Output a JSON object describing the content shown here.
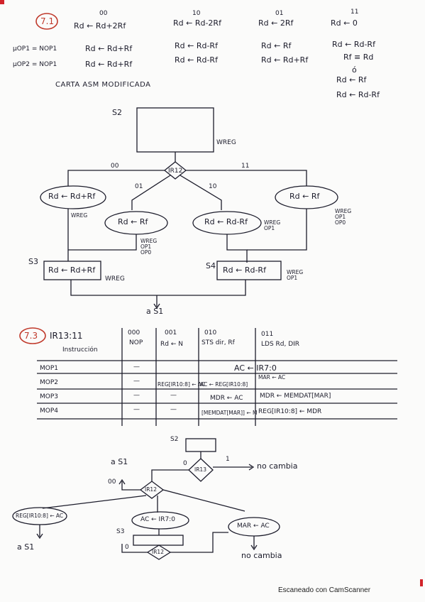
{
  "section71": {
    "number": "7.1",
    "header_ops": [
      "Rd ← Rd+2Rf",
      "Rd ← Rd-2Rf",
      "Rd ← 2Rf",
      "Rd ← 0"
    ],
    "header_codes": [
      "00",
      "10",
      "01",
      "11"
    ],
    "rows": [
      {
        "label": "µOP1 = NOP1",
        "cells": [
          "Rd ← Rd+Rf",
          "Rd ← Rd-Rf",
          "Rd ← Rf",
          "Rd ← Rd-Rf"
        ]
      },
      {
        "label": "µOP2 = NOP1",
        "cells": [
          "Rd ← Rd+Rf",
          "Rd ← Rd-Rf",
          "Rd ← Rd+Rf",
          "Rf ≡ Rd"
        ]
      }
    ],
    "extra": [
      "ó",
      "Rd ← Rf",
      "Rd ← Rd-Rf"
    ],
    "chart_title": "CARTA ASM MODIFICADA",
    "s2": "S2",
    "wreg": "WREG",
    "decision": "IR12",
    "branches": [
      "00",
      "01",
      "10",
      "11"
    ],
    "ovals": [
      "Rd ← Rd+Rf",
      "Rd ← Rf",
      "Rd ← Rd-Rf",
      "Rd ← Rf"
    ],
    "oval_notes": [
      "WREG",
      "WREG\nOP1\nOP0",
      "WREG\nOP1",
      "WREG\nOP1\nOP0"
    ],
    "s3": "S3",
    "s3_box": "Rd ← Rd+Rf",
    "s3_note": "WREG",
    "s4": "S4",
    "s4_box": "Rd ← Rd-Rf",
    "s4_note": "WREG\nOP1",
    "exit": "a S1"
  },
  "section73": {
    "number": "7.3",
    "head_label": "IR13:11",
    "head_sub": "Instrucción",
    "columns": [
      {
        "code": "000",
        "name": "NOP"
      },
      {
        "code": "001",
        "name": "Rd ← N"
      },
      {
        "code": "010",
        "name": "STS dir, Rf"
      },
      {
        "code": "011",
        "name": "LDS Rd, DIR"
      }
    ],
    "rows": [
      "MOP1",
      "MOP2",
      "MOP3",
      "MOP4"
    ],
    "cells": {
      "r1": "AC ← IR7:0",
      "r2a": "REG[IR10:8] ← AC",
      "r2b": "AC ← REG[IR10:8]",
      "r2c": "MAR ← AC",
      "r3a": "MDR ← AC",
      "r3b": "MDR ← MEMDAT[MAR]",
      "r4a": "[MEMDAT[MAR]] ← M",
      "r4b": "REG[IR10:8] ← MDR"
    },
    "dash": "—"
  },
  "section73_chart": {
    "s2": "S2",
    "a_s1_top": "a S1",
    "d0": "0",
    "d1": "1",
    "ir13": "IR13",
    "no_cambia_1": "no cambia",
    "label_00": "00",
    "ir12": "IR12",
    "reg_box": "REG[IR10:8] ← AC",
    "ac_box": "AC ← IR7:0",
    "mar_box": "MAR ← AC",
    "a_s1_bottom": "a S1",
    "s3": "S3",
    "zero": "0",
    "ir12b": "IR12",
    "no_cambia_2": "no cambia"
  },
  "footer": "Escaneado con CamScanner"
}
